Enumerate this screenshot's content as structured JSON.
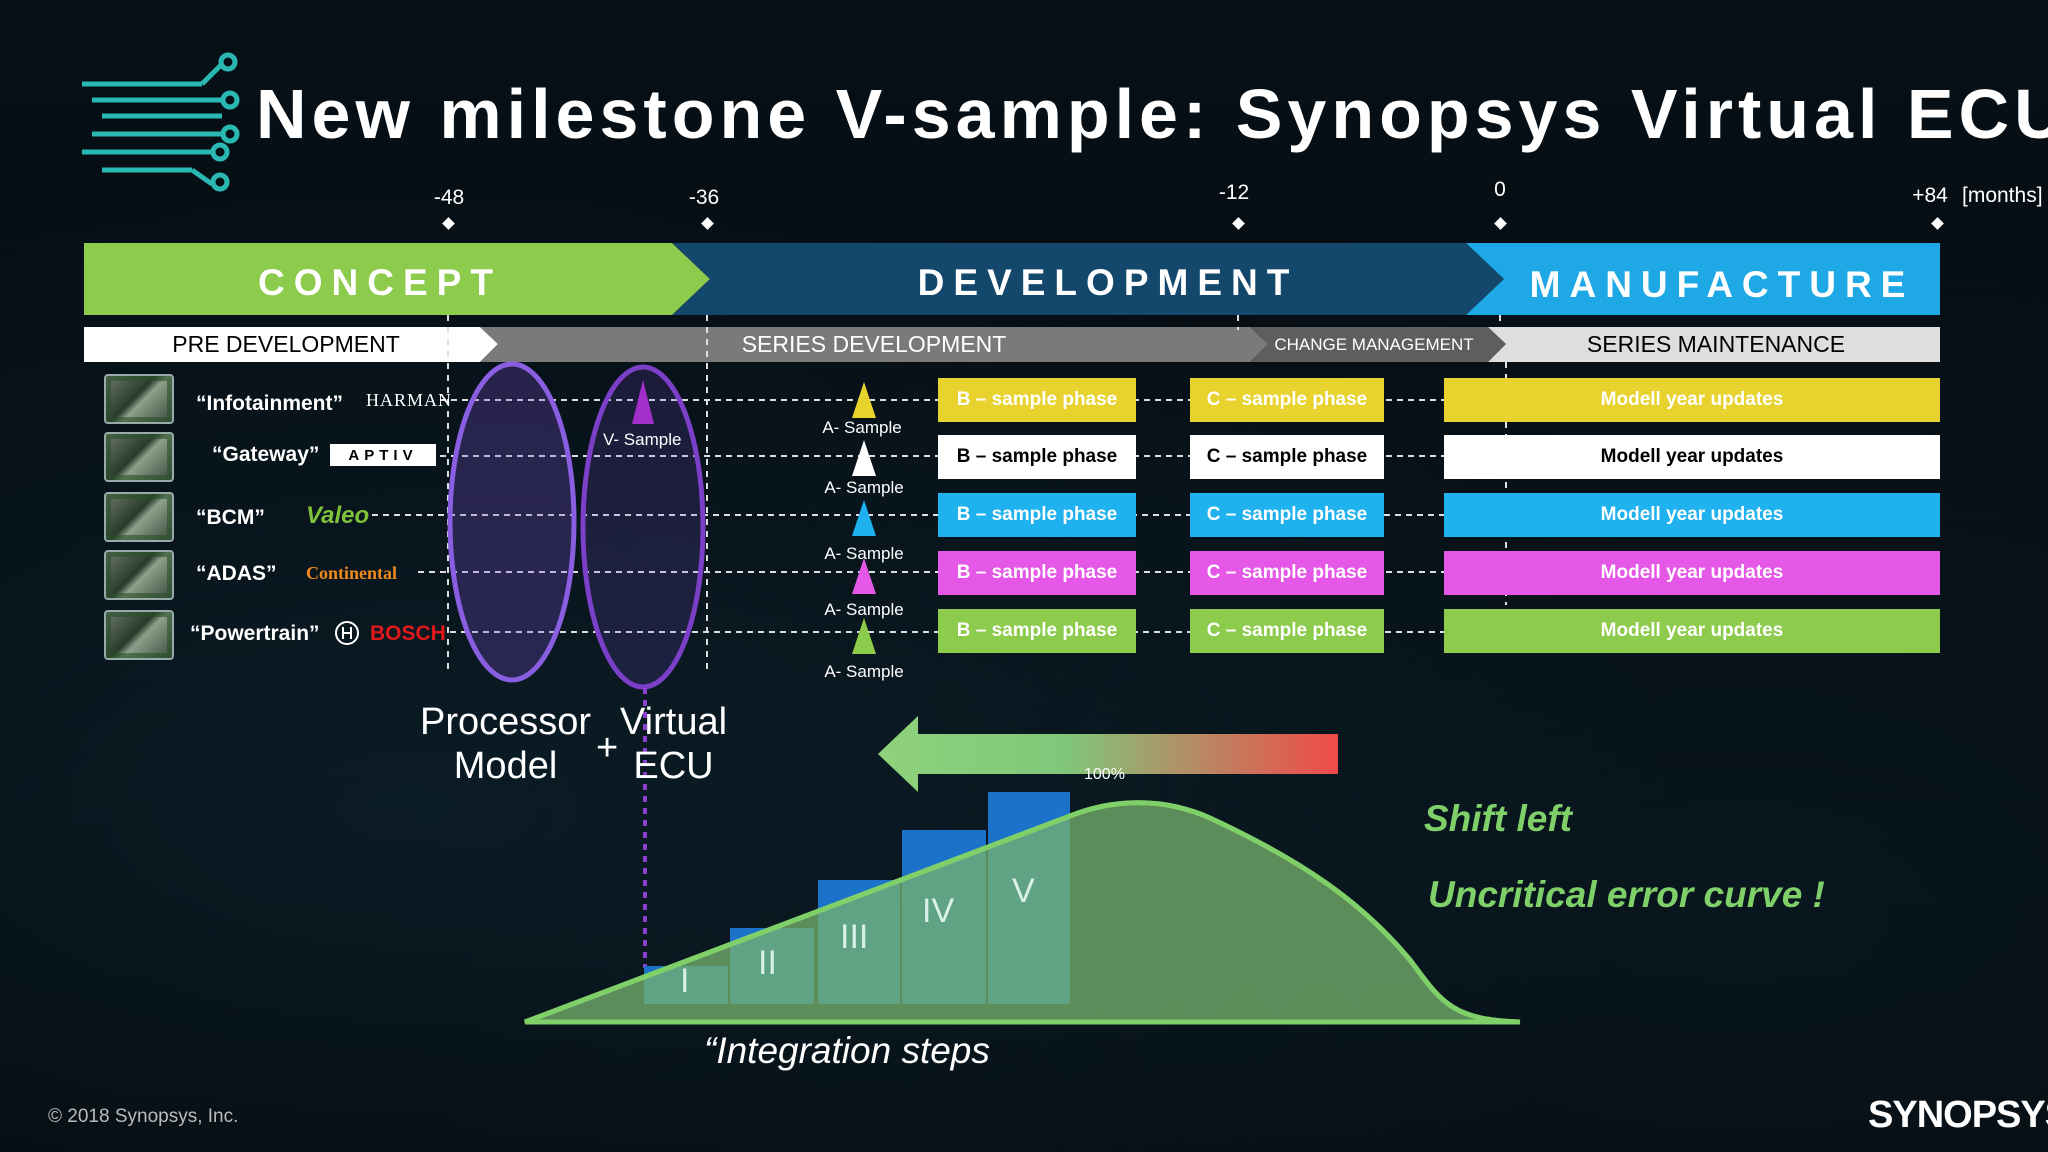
{
  "title": "New milestone V-sample: Synopsys Virtual ECU",
  "timeline": {
    "ticks": [
      "-48",
      "-36",
      "-12",
      "0",
      "+84"
    ],
    "unit": "[months]"
  },
  "phases": {
    "concept": "CONCEPT",
    "development": "DEVELOPMENT",
    "manufacture": "MANUFACTURE"
  },
  "subphases": {
    "pre_development": "PRE DEVELOPMENT",
    "series_development": "SERIES DEVELOPMENT",
    "change_management": "CHANGE MANAGEMENT",
    "series_maintenance": "SERIES MAINTENANCE"
  },
  "ecus": [
    {
      "name": "“Infotainment”",
      "supplier": "HARMAN",
      "color": "#e8d22e",
      "text_dark": false
    },
    {
      "name": "“Gateway”",
      "supplier": "APTIV",
      "color": "#ffffff",
      "text_dark": true
    },
    {
      "name": "“BCM”",
      "supplier": "Valeo",
      "color": "#1fb2ee",
      "text_dark": false
    },
    {
      "name": "“ADAS”",
      "supplier": "Continental",
      "color": "#e557e6",
      "text_dark": false
    },
    {
      "name": "“Powertrain”",
      "supplier": "BOSCH",
      "color": "#8ccb4c",
      "text_dark": false
    }
  ],
  "phase_boxes": {
    "b": "B – sample phase",
    "c": "C – sample phase",
    "m": "Modell year updates"
  },
  "a_sample_label": "A- Sample",
  "v_sample_label": "V- Sample",
  "labels": {
    "processor": "Processor\nModel",
    "plus": "+",
    "virtual_ecu": "Virtual\nECU",
    "shift_left": "Shift left",
    "error_curve": "Uncritical error curve !",
    "integration": "“Integration steps",
    "percent": "100%"
  },
  "steps": [
    "I",
    "II",
    "III",
    "IV",
    "V"
  ],
  "footer": {
    "copyright": "© 2018 Synopsys, Inc.",
    "logo": "SYNOPSYS"
  },
  "colors": {
    "concept": "#8ccb4c",
    "development": "#13476b",
    "manufacture": "#1ea9e6",
    "ellipse": "#7b4fd0",
    "curve_fill": "#6b9b5a",
    "step_blue": "#1b72c8",
    "step_teal": "#55b5a9"
  }
}
